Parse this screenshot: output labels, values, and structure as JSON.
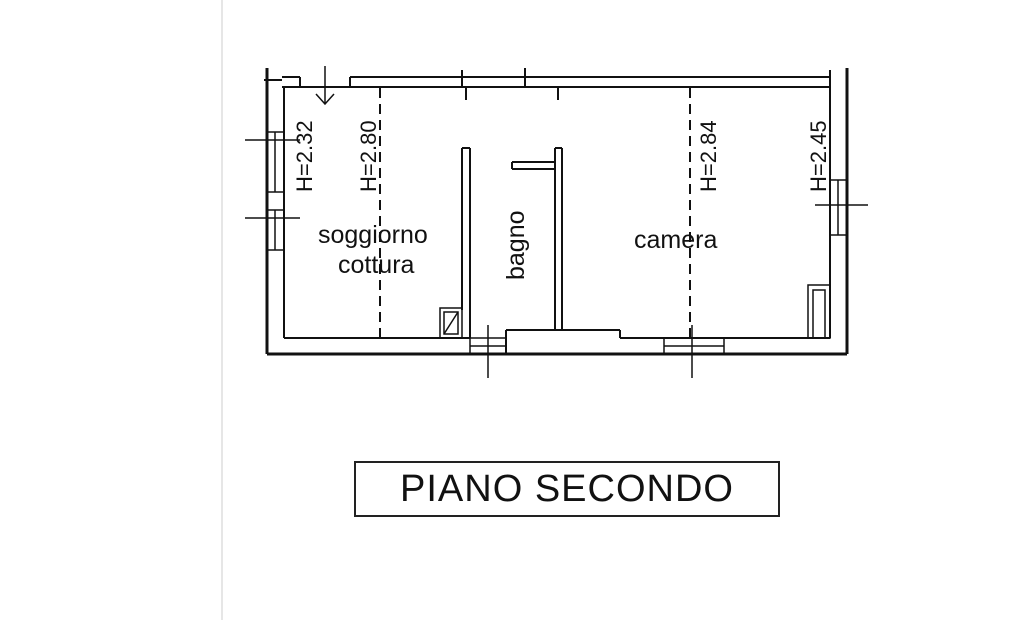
{
  "rooms": {
    "soggiorno_line1": "soggiorno",
    "soggiorno_line2": "cottura",
    "bagno": "bagno",
    "camera": "camera"
  },
  "heights": {
    "h1": "H=2.32",
    "h2": "H=2.80",
    "h3": "H=2.84",
    "h4": "H=2.45"
  },
  "floor_title": "PIANO SECONDO",
  "colors": {
    "ink": "#111111",
    "background": "#ffffff"
  }
}
